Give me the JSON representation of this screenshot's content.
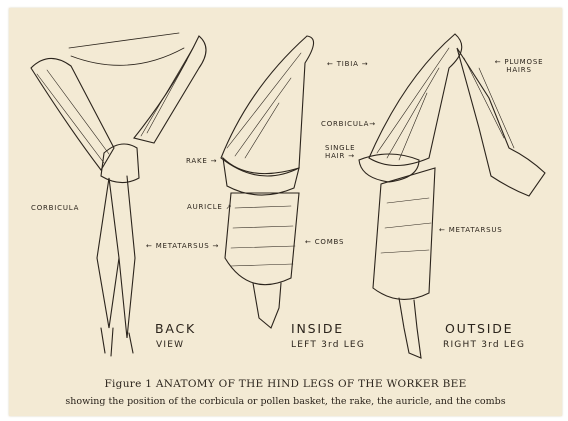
{
  "labels": {
    "tibia": "← TIBIA →",
    "plumose_hairs": "← PLUMOSE HAIRS",
    "corbicula_top": "CORBICULA→",
    "rake": "RAKE →",
    "single_hair": "SINGLE HAIR →",
    "auricle": "AURICLE ↗",
    "combs": "← COMBS",
    "metatarsus_left": "← METATARSUS →",
    "metatarsus_right": "← METATARSUS",
    "corbicula_left": "CORBICULA"
  },
  "views": {
    "back": {
      "title": "BACK",
      "subtitle": "VIEW"
    },
    "inside": {
      "title": "INSIDE",
      "subtitle": "LEFT 3rd LEG"
    },
    "outside": {
      "title": "OUTSIDE",
      "subtitle": "RIGHT 3rd LEG"
    }
  },
  "caption": {
    "figure": "Figure 1   ANATOMY OF THE HIND LEGS OF THE WORKER BEE",
    "subtitle": "showing the position of the corbicula or pollen basket, the rake, the auricle, and the combs"
  },
  "colors": {
    "paper": "#f3ead4",
    "ink": "#2b241c"
  }
}
